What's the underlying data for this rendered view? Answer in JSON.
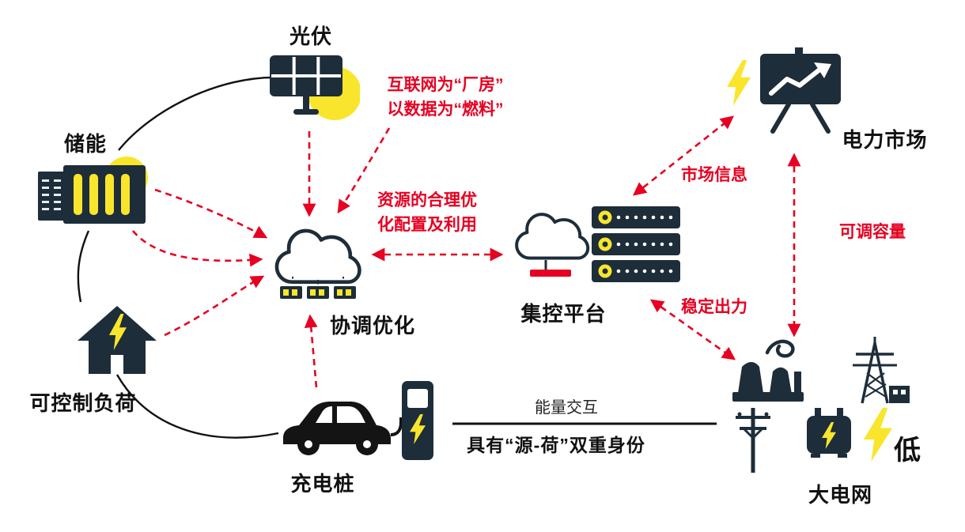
{
  "colors": {
    "dark": "#1d2d3a",
    "yellow": "#f9e52c",
    "red": "#e60021",
    "text": "#111111"
  },
  "nodes": {
    "pv": {
      "label": "光伏"
    },
    "storage": {
      "label": "储能"
    },
    "load": {
      "label": "可控制负荷"
    },
    "charger": {
      "label": "充电桩"
    },
    "coordination": {
      "label": "协调优化"
    },
    "platform": {
      "label": "集控平台"
    },
    "market": {
      "label": "电力市场"
    },
    "grid": {
      "label": "大电网"
    }
  },
  "annotations": {
    "internet_line1": "互联网为“厂房”",
    "internet_line2": "以数据为“燃料”",
    "resource_line1": "资源的合理优",
    "resource_line2": "化配置及利用",
    "market_info": "市场信息",
    "adjustable_capacity": "可调容量",
    "stable_output": "稳定出力",
    "energy_interaction": "能量交互",
    "dual_identity": "具有“源-荷”双重身份",
    "low_label": "低"
  },
  "icons": [
    "solar-panel-icon",
    "battery-storage-icon",
    "house-load-icon",
    "ev-car-icon",
    "charging-station-icon",
    "cloud-coordination-icon",
    "cloud-server-platform-icon",
    "market-board-icon",
    "lightning-bolt-icon",
    "power-plant-icon",
    "transmission-tower-icon",
    "utility-pole-icon",
    "transformer-icon"
  ]
}
